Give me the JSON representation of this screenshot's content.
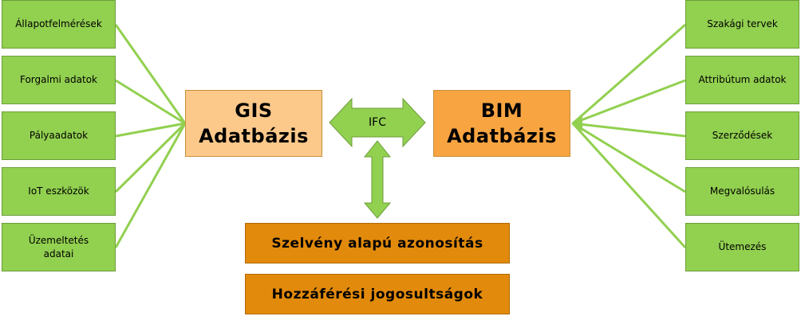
{
  "left_sources": [
    {
      "label": "Állapotfelmérések"
    },
    {
      "label": "Forgalmi adatok"
    },
    {
      "label": "Pályaadatok"
    },
    {
      "label": "IoT eszközök"
    },
    {
      "label": "Üzemeltetés\nadatai"
    }
  ],
  "right_sources": [
    {
      "label": "Szakági tervek"
    },
    {
      "label": "Attribútum adatok"
    },
    {
      "label": "Szerződések"
    },
    {
      "label": "Megvalósulás"
    },
    {
      "label": "Ütemezés"
    }
  ],
  "gis": {
    "label": "GIS\nAdatbázis"
  },
  "bim": {
    "label": "BIM\nAdatbázis"
  },
  "link": {
    "label": "IFC"
  },
  "bottom": {
    "primary": "Szelvény alapú azonosítás",
    "secondary": "Hozzáférési jogosultságok"
  },
  "colors": {
    "source_fill": "#92d050",
    "connector": "#92d050",
    "arrow_fill": "#92d050",
    "gis_fill": "#fcc98b",
    "bim_fill": "#f8a441",
    "bottom_fill": "#e28a0b"
  }
}
